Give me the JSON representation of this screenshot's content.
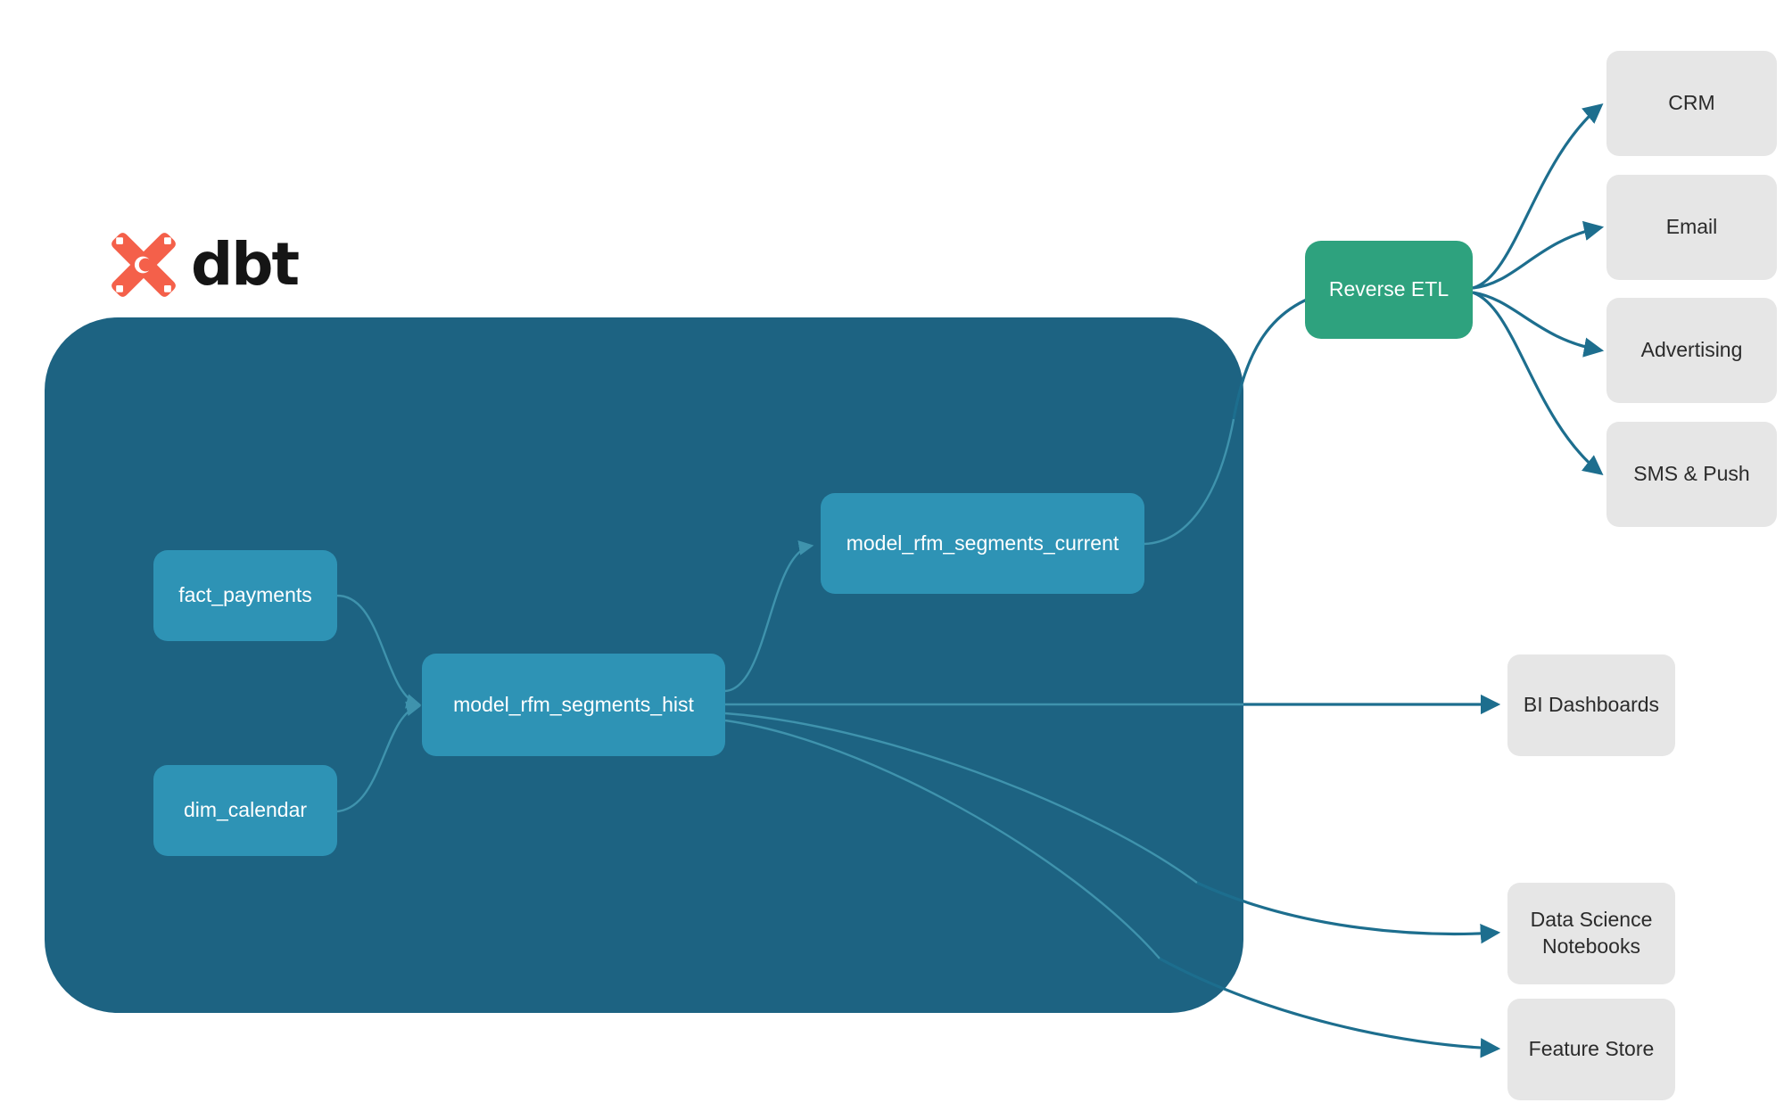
{
  "brand": {
    "logo_icon": "dbt-logo-icon",
    "logo_text": "dbt",
    "logo_color": "#F4604A"
  },
  "colors": {
    "warehouse_fill": "#1D6382",
    "model_fill": "#2E93B5",
    "reverse_etl_fill": "#2EA27E",
    "destination_fill": "#E6E6E6",
    "edge_internal": "#3F93AD",
    "edge_external": "#1D6E8E",
    "page_background": "#FFFFFF"
  },
  "warehouse": {
    "sources": [
      {
        "label": "fact_payments"
      },
      {
        "label": "dim_calendar"
      }
    ],
    "models": [
      {
        "label": "model_rfm_segments_hist"
      },
      {
        "label": "model_rfm_segments_current"
      }
    ]
  },
  "activation": {
    "reverse_etl": {
      "label": "Reverse ETL"
    },
    "channels": [
      {
        "label": "CRM"
      },
      {
        "label": "Email"
      },
      {
        "label": "Advertising"
      },
      {
        "label": "SMS & Push"
      }
    ]
  },
  "consumers": [
    {
      "label": "BI Dashboards"
    },
    {
      "label": "Data Science\nNotebooks",
      "line1": "Data Science",
      "line2": "Notebooks"
    },
    {
      "label": "Feature Store"
    }
  ]
}
